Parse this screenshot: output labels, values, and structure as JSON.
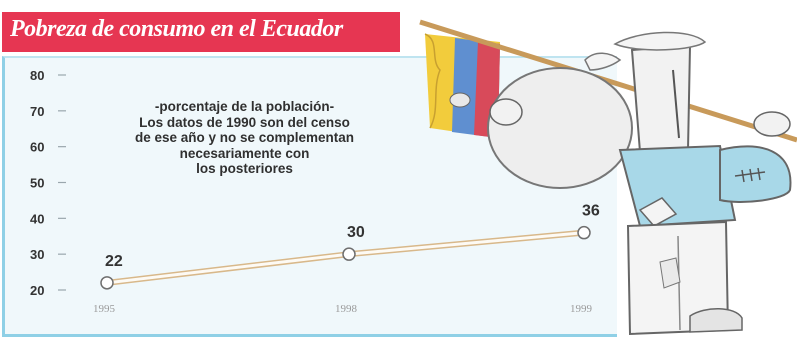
{
  "title": "Pobreza de consumo en el  Ecuador",
  "annotation_lines": [
    "-porcentaje de la población-",
    "Los datos de 1990 son del censo",
    "de ese año y no se complementan",
    "necesariamente con",
    "los posteriores"
  ],
  "colors": {
    "title_background": "#e63652",
    "title_text": "#ffffff",
    "panel_background": "#f0f8fb",
    "panel_border": "#8fd0e6",
    "line": "#d8b88a"
  },
  "chart_data": {
    "type": "line",
    "x": [
      "1995",
      "1998",
      "1999"
    ],
    "series": [
      {
        "values": [
          22,
          30,
          36
        ]
      }
    ],
    "data_labels": [
      "22",
      "30",
      "36"
    ],
    "yticks": [
      20,
      30,
      40,
      50,
      60,
      70,
      80
    ],
    "ylim": [
      20,
      80
    ],
    "grid": false,
    "illustration": "cartoon-figure-with-ecuador-flag"
  }
}
